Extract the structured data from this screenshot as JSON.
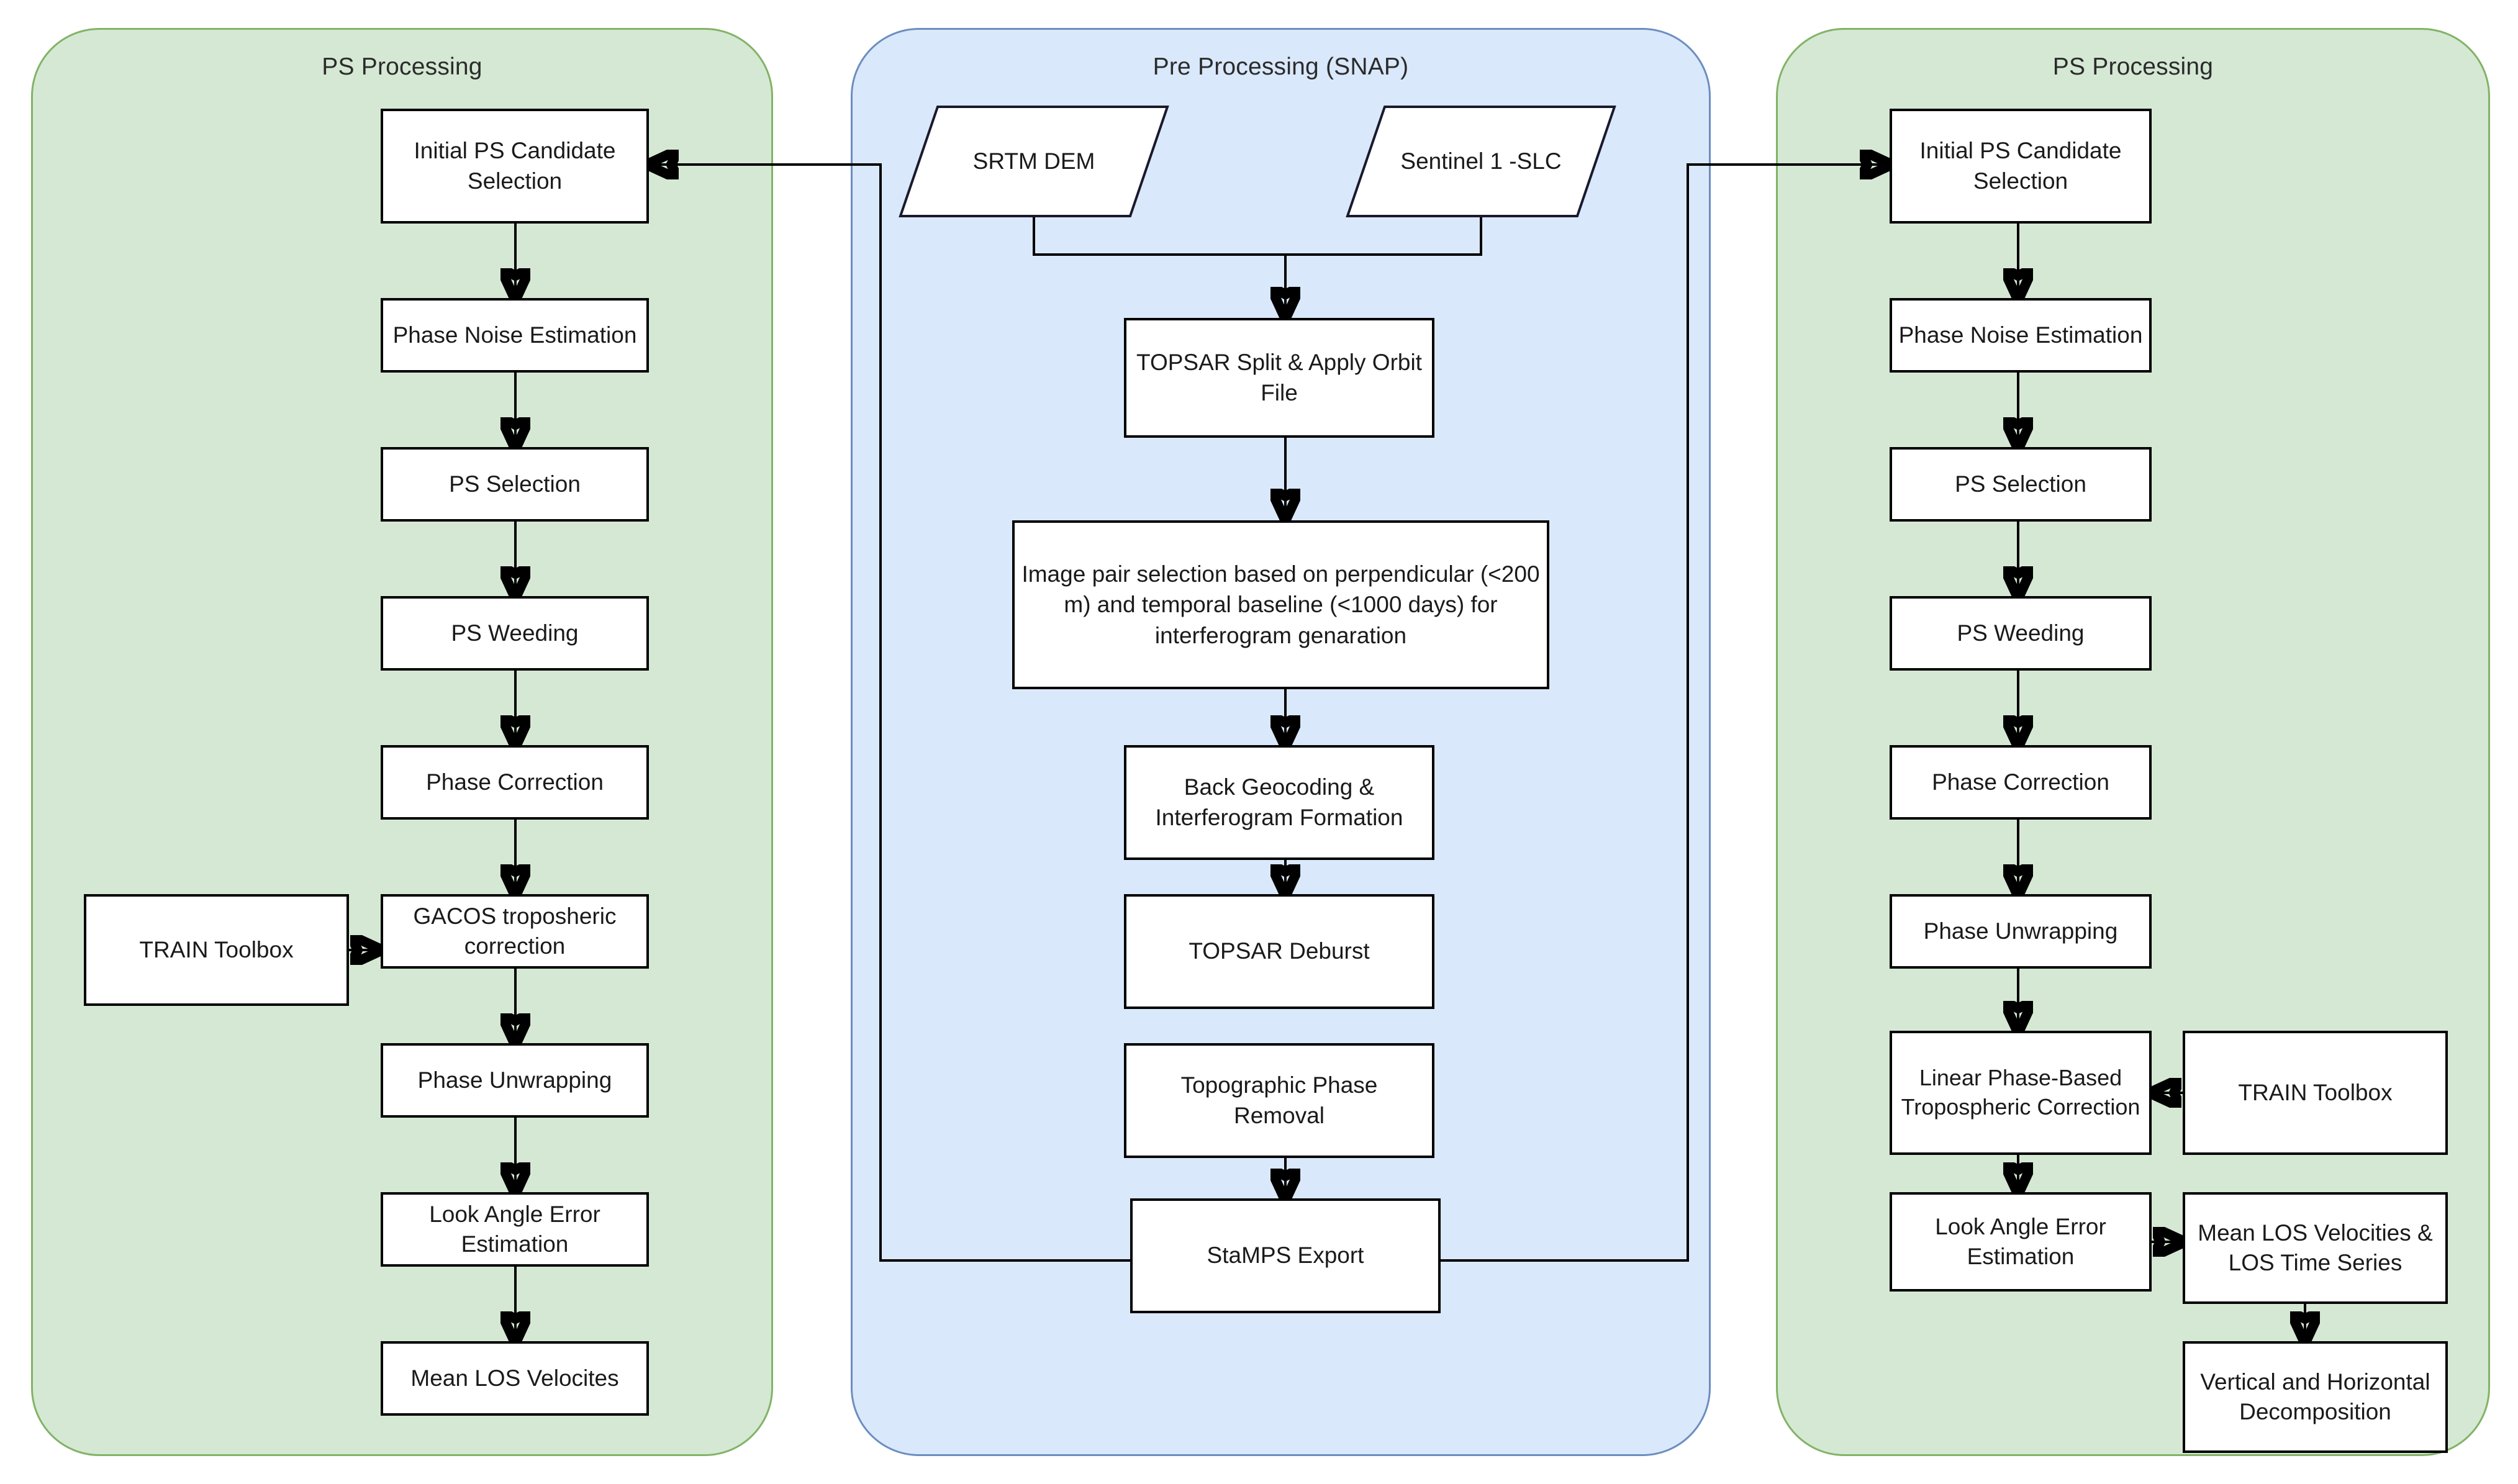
{
  "diagram": {
    "title_left": "PS Processing",
    "title_middle": "Pre Processing (SNAP)",
    "title_right": "PS Processing"
  },
  "lanes": [
    {
      "id": "left",
      "label": "PS Processing",
      "color": "#d5e8d4",
      "border": "#82b366"
    },
    {
      "id": "middle",
      "label": "Pre Processing (SNAP)",
      "color": "#dae8fc",
      "border": "#6c8ebf"
    },
    {
      "id": "right",
      "label": "PS Processing",
      "color": "#d5e8d4",
      "border": "#82b366"
    }
  ],
  "left_lane": {
    "title": "PS Processing",
    "nodes": [
      {
        "id": "l1",
        "label": "Initial PS Candidate Selection"
      },
      {
        "id": "l2",
        "label": "Phase Noise Estimation"
      },
      {
        "id": "l3",
        "label": "PS Selection"
      },
      {
        "id": "l4",
        "label": "PS Weeding"
      },
      {
        "id": "l5",
        "label": "Phase Correction"
      },
      {
        "id": "l6",
        "label": "GACOS troposheric correction"
      },
      {
        "id": "l7",
        "label": "Phase Unwrapping"
      },
      {
        "id": "l8",
        "label": "Look Angle Error Estimation"
      },
      {
        "id": "l9",
        "label": "Mean LOS Velocites"
      },
      {
        "id": "l10",
        "label": "TRAIN Toolbox"
      }
    ]
  },
  "middle_lane": {
    "title": "Pre Processing (SNAP)",
    "nodes": [
      {
        "id": "m1",
        "label": "SRTM DEM",
        "shape": "parallelogram"
      },
      {
        "id": "m2",
        "label": "Sentinel 1 -SLC",
        "shape": "parallelogram"
      },
      {
        "id": "m3",
        "label": "TOPSAR Split & Apply Orbit File",
        "shape": "rect"
      },
      {
        "id": "m4",
        "label": "Image pair selection based on perpendicular (<200 m) and temporal baseline (<1000 days) for interferogram genaration",
        "shape": "rect"
      },
      {
        "id": "m5",
        "label": "Back Geocoding & Interferogram Formation",
        "shape": "rect"
      },
      {
        "id": "m6",
        "label": "TOPSAR Deburst",
        "shape": "rect"
      },
      {
        "id": "m7",
        "label": "Topographic Phase Removal",
        "shape": "rect"
      },
      {
        "id": "m8",
        "label": "StaMPS Export",
        "shape": "rect"
      }
    ]
  },
  "right_lane": {
    "title": "PS Processing",
    "nodes": [
      {
        "id": "r1",
        "label": "Initial PS Candidate Selection"
      },
      {
        "id": "r2",
        "label": "Phase Noise Estimation"
      },
      {
        "id": "r3",
        "label": "PS Selection"
      },
      {
        "id": "r4",
        "label": "PS Weeding"
      },
      {
        "id": "r5",
        "label": "Phase Correction"
      },
      {
        "id": "r6",
        "label": "Phase Unwrapping"
      },
      {
        "id": "r7",
        "label": "Linear Phase-Based Tropospheric Correction"
      },
      {
        "id": "r8",
        "label": "TRAIN Toolbox"
      },
      {
        "id": "r9",
        "label": "Look Angle Error Estimation"
      },
      {
        "id": "r10",
        "label": "Mean LOS Velocities & LOS Time Series"
      },
      {
        "id": "r11",
        "label": "Vertical and Horizontal Decomposition"
      }
    ]
  }
}
